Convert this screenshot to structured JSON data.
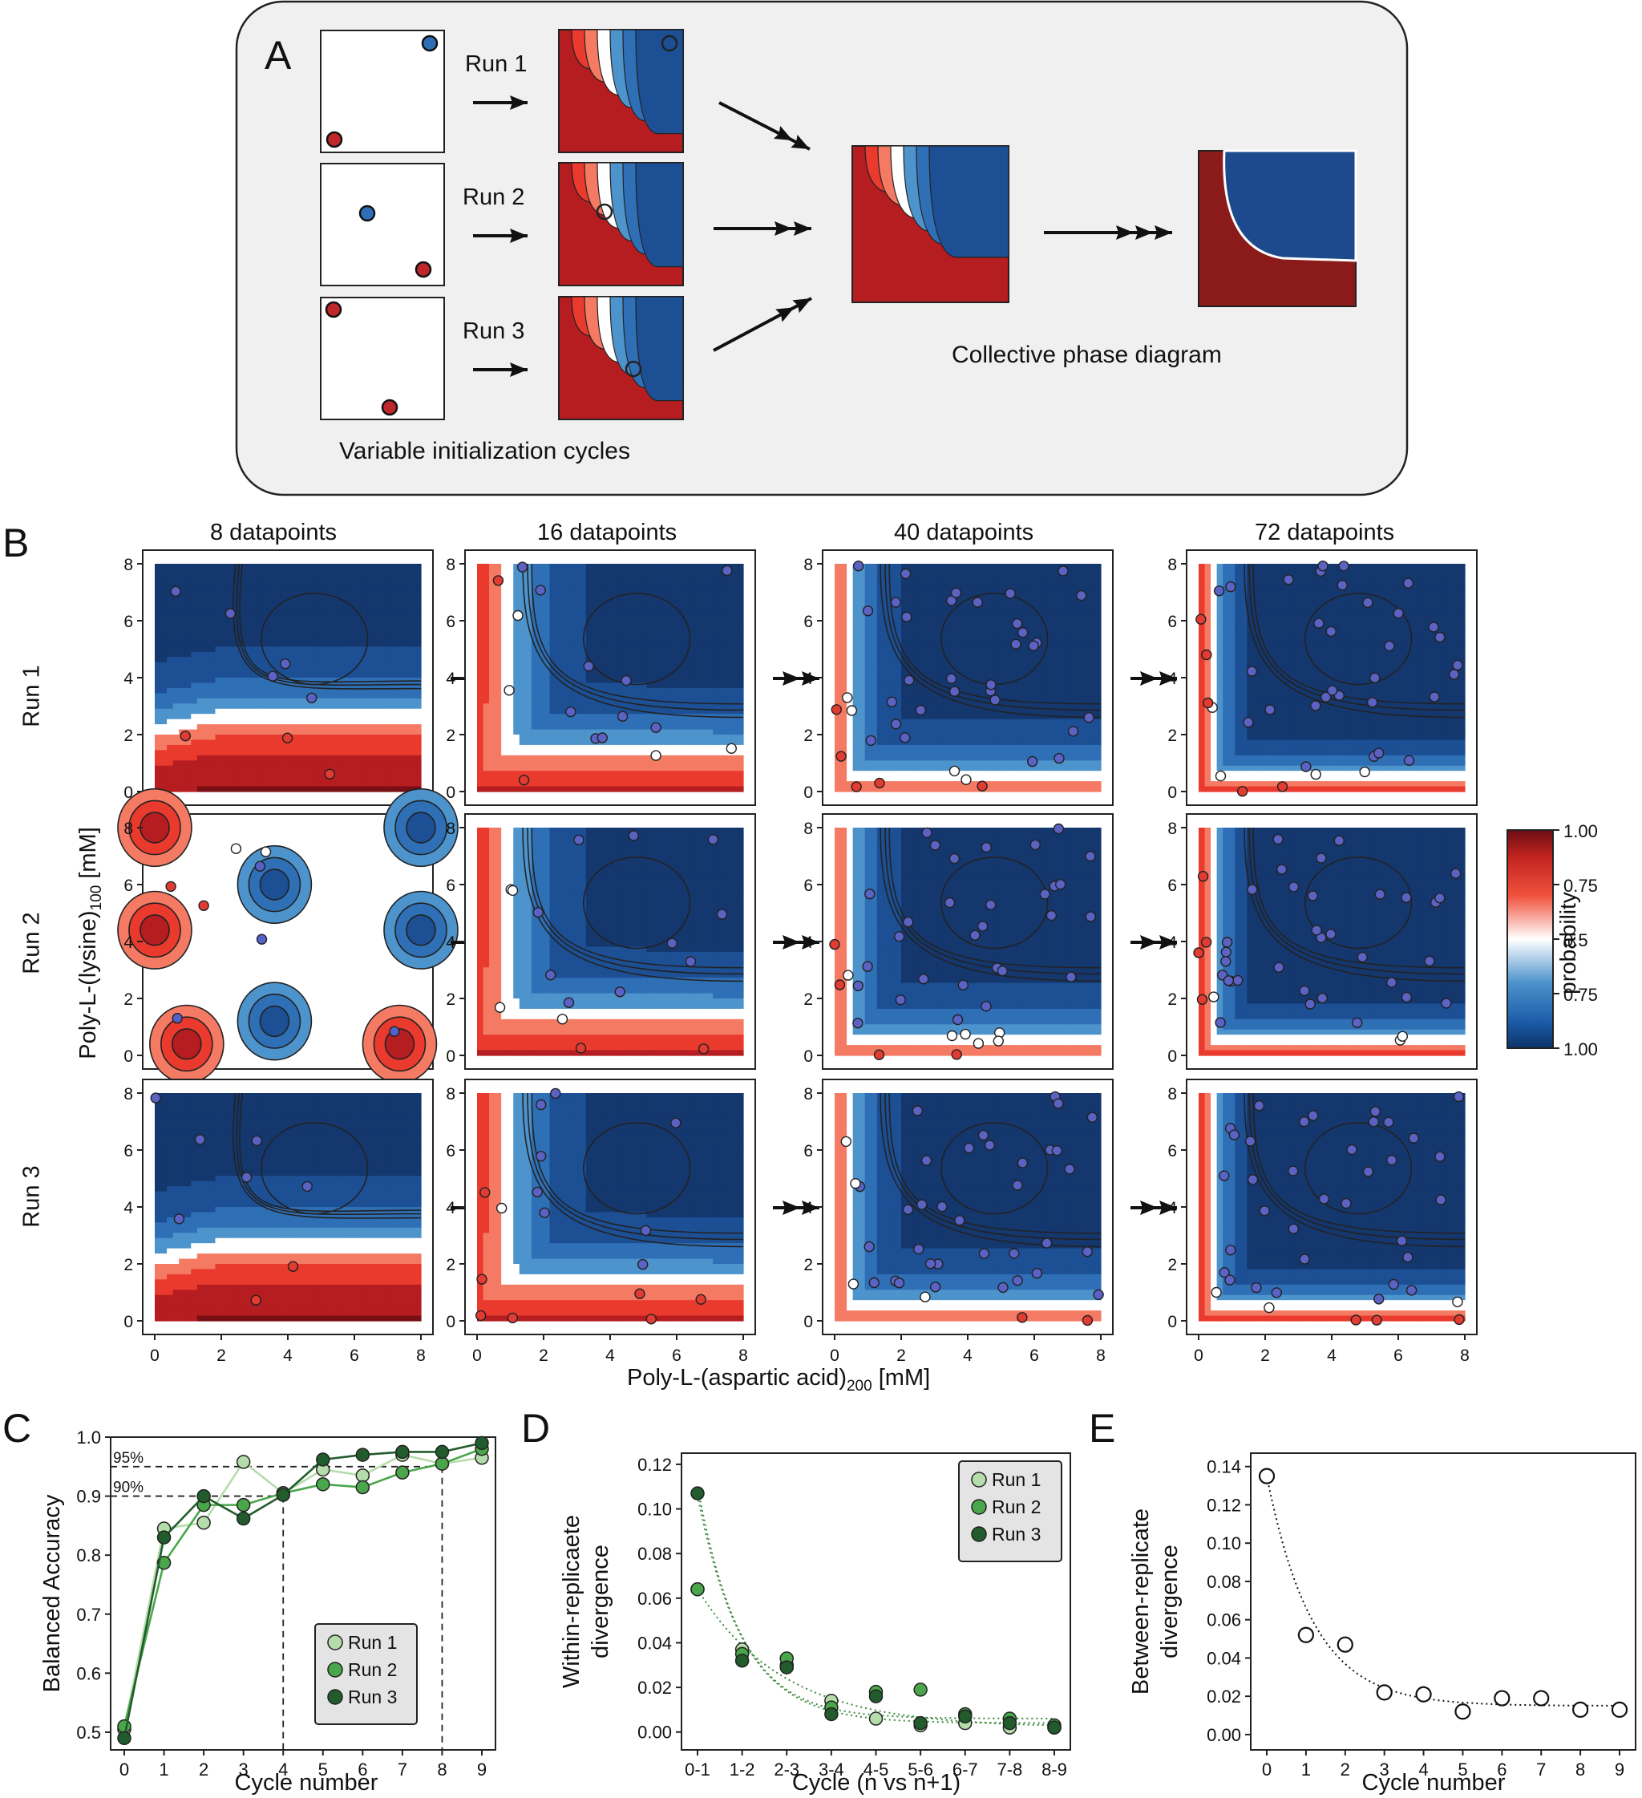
{
  "panel_a": {
    "letter": "A",
    "runs": [
      "Run 1",
      "Run 2",
      "Run 3"
    ],
    "init_caption": "Variable initialization cycles",
    "collective_caption": "Collective phase diagram"
  },
  "panel_b": {
    "letter": "B",
    "columns": [
      "8 datapoints",
      "16 datapoints",
      "40 datapoints",
      "72 datapoints"
    ],
    "rows": [
      "Run 1",
      "Run 2",
      "Run 3"
    ],
    "x_ticks": [
      "0",
      "2",
      "4",
      "6",
      "8"
    ],
    "y_ticks": [
      "0",
      "2",
      "4",
      "6",
      "8"
    ],
    "y_label_main": "Poly-L-(lysine)",
    "y_label_sub": "100",
    "y_label_unit": " [mM]",
    "x_label_main": "Poly-L-(aspartic acid)",
    "x_label_sub": "200",
    "x_label_unit": " [mM]",
    "colorbar": {
      "label": "probability",
      "ticks": [
        "1.00",
        "0.75",
        "0.5",
        "0.75",
        "1.00"
      ]
    }
  },
  "chart_data": [
    {
      "panel": "C",
      "type": "line",
      "xlabel": "Cycle number",
      "ylabel": "Balanced Accuracy",
      "x": [
        0,
        1,
        2,
        3,
        4,
        5,
        6,
        7,
        8,
        9
      ],
      "ylim": [
        0.47,
        1.0
      ],
      "y_ticks": [
        "0.5",
        "0.6",
        "0.7",
        "0.8",
        "0.9",
        "1.0"
      ],
      "x_ticks": [
        "0",
        "1",
        "2",
        "3",
        "4",
        "5",
        "6",
        "7",
        "8",
        "9"
      ],
      "reference_lines": [
        {
          "label": "95%",
          "y": 0.95,
          "x": 8
        },
        {
          "label": "90%",
          "y": 0.9,
          "x": 4
        }
      ],
      "series": [
        {
          "name": "Run 1",
          "color": "#b5dcab",
          "values": [
            0.505,
            0.845,
            0.855,
            0.958,
            0.905,
            0.945,
            0.935,
            0.97,
            0.955,
            0.965
          ]
        },
        {
          "name": "Run 2",
          "color": "#4aa64a",
          "values": [
            0.51,
            0.787,
            0.885,
            0.885,
            0.905,
            0.92,
            0.915,
            0.94,
            0.955,
            0.98
          ]
        },
        {
          "name": "Run 3",
          "color": "#225c2c",
          "values": [
            0.49,
            0.83,
            0.9,
            0.862,
            0.902,
            0.962,
            0.97,
            0.975,
            0.975,
            0.99
          ]
        }
      ],
      "legend": "lower-right",
      "grid": false
    },
    {
      "panel": "D",
      "type": "scatter",
      "xlabel": "Cycle (n vs n+1)",
      "ylabel_lines": [
        "Within-replicaete",
        "divergence"
      ],
      "categories": [
        "0-1",
        "1-2",
        "2-3",
        "3-4",
        "4-5",
        "5-6",
        "6-7",
        "7-8",
        "8-9"
      ],
      "ylim": [
        -0.008,
        0.125
      ],
      "y_ticks": [
        "0.00",
        "0.02",
        "0.04",
        "0.06",
        "0.08",
        "0.10",
        "0.12"
      ],
      "series": [
        {
          "name": "Run 1",
          "color": "#b5dcab",
          "values": [
            0.064,
            0.037,
            0.03,
            0.014,
            0.006,
            0.003,
            0.004,
            0.002,
            0.002
          ]
        },
        {
          "name": "Run 2",
          "color": "#4aa64a",
          "values": [
            0.064,
            0.035,
            0.033,
            0.011,
            0.018,
            0.019,
            0.008,
            0.006,
            0.003
          ]
        },
        {
          "name": "Run 3",
          "color": "#225c2c",
          "values": [
            0.107,
            0.032,
            0.029,
            0.008,
            0.016,
            0.004,
            0.007,
            0.004,
            0.002
          ]
        }
      ],
      "fits": [
        {
          "a": 0.102,
          "k": 0.98,
          "c": 0.004
        },
        {
          "a": 0.062,
          "k": 0.52,
          "c": 0.002
        },
        {
          "a": 0.104,
          "k": 1.04,
          "c": 0.006
        }
      ],
      "legend": "top-right",
      "grid": false
    },
    {
      "panel": "E",
      "type": "scatter",
      "xlabel": "Cycle number",
      "ylabel_lines": [
        "Between-replicate",
        "divergence"
      ],
      "x": [
        0,
        1,
        2,
        3,
        4,
        5,
        6,
        7,
        8,
        9
      ],
      "values": [
        0.135,
        0.052,
        0.047,
        0.022,
        0.021,
        0.012,
        0.019,
        0.019,
        0.013,
        0.013
      ],
      "fit": {
        "a": 0.12,
        "k": 0.85,
        "c": 0.015
      },
      "ylim": [
        -0.008,
        0.147
      ],
      "y_ticks": [
        "0.00",
        "0.02",
        "0.04",
        "0.06",
        "0.08",
        "0.10",
        "0.12",
        "0.14"
      ],
      "x_ticks": [
        "0",
        "1",
        "2",
        "3",
        "4",
        "5",
        "6",
        "7",
        "8",
        "9"
      ],
      "grid": false
    }
  ],
  "panel_letters": {
    "c": "C",
    "d": "D",
    "e": "E"
  }
}
